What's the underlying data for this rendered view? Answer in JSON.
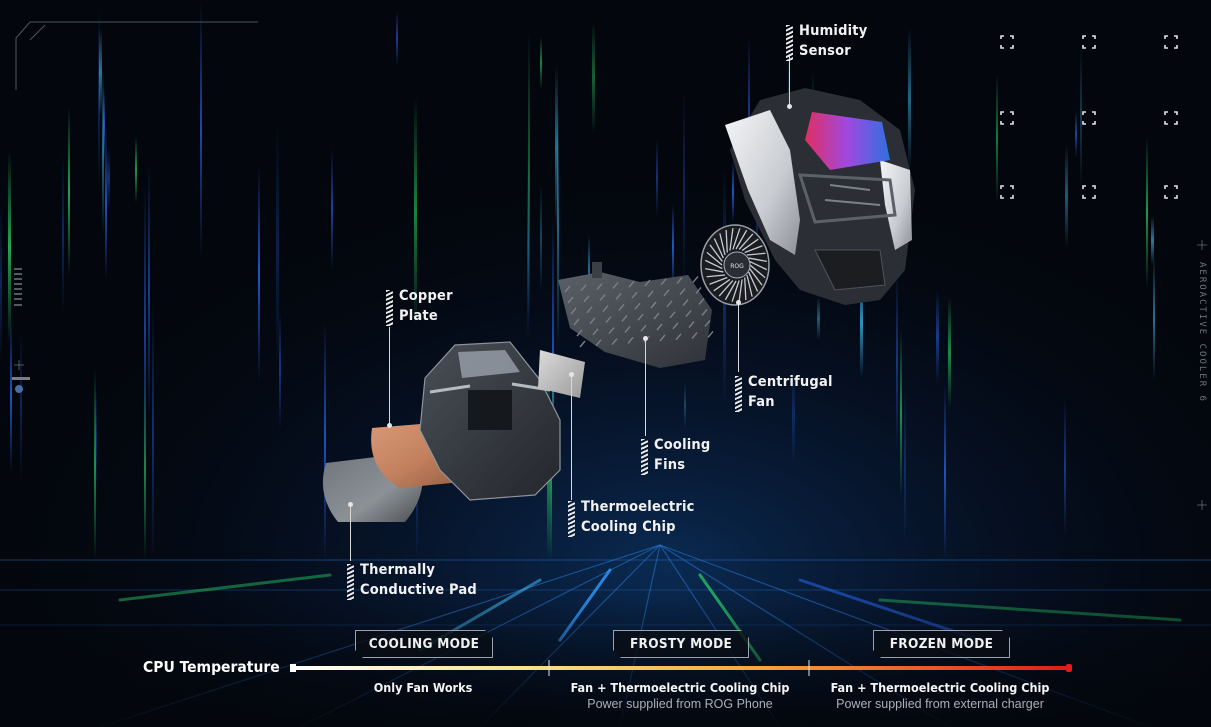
{
  "colors": {
    "background": "#03060c",
    "temperature_bar_start": "#ffffff",
    "temperature_bar_mid": "#f6c13a",
    "temperature_bar_end": "#e01b1b",
    "streak_blue": "#2a6cff",
    "streak_green": "#29d36a",
    "streak_cyan": "#3fc6ff"
  },
  "components": {
    "humidity_sensor": {
      "line1": "Humidity",
      "line2": "Sensor"
    },
    "copper_plate": {
      "line1": "Copper",
      "line2": "Plate"
    },
    "centrifugal_fan": {
      "line1": "Centrifugal",
      "line2": "Fan"
    },
    "cooling_fins": {
      "line1": "Cooling",
      "line2": "Fins"
    },
    "thermoelectric_chip": {
      "line1": "Thermoelectric",
      "line2": "Cooling Chip"
    },
    "thermal_pad": {
      "line1": "Thermally",
      "line2": "Conductive Pad"
    }
  },
  "fan_logo": "ROG",
  "side_text": "AEROACTIVE COOLER 6",
  "temperature": {
    "label": "CPU Temperature",
    "modes": [
      {
        "name": "COOLING MODE",
        "description": "Only Fan Works",
        "power": ""
      },
      {
        "name": "FROSTY MODE",
        "description": "Fan + Thermoelectric Cooling Chip",
        "power": "Power supplied from ROG Phone"
      },
      {
        "name": "FROZEN MODE",
        "description": "Fan + Thermoelectric Cooling Chip",
        "power": "Power supplied from external charger"
      }
    ]
  }
}
